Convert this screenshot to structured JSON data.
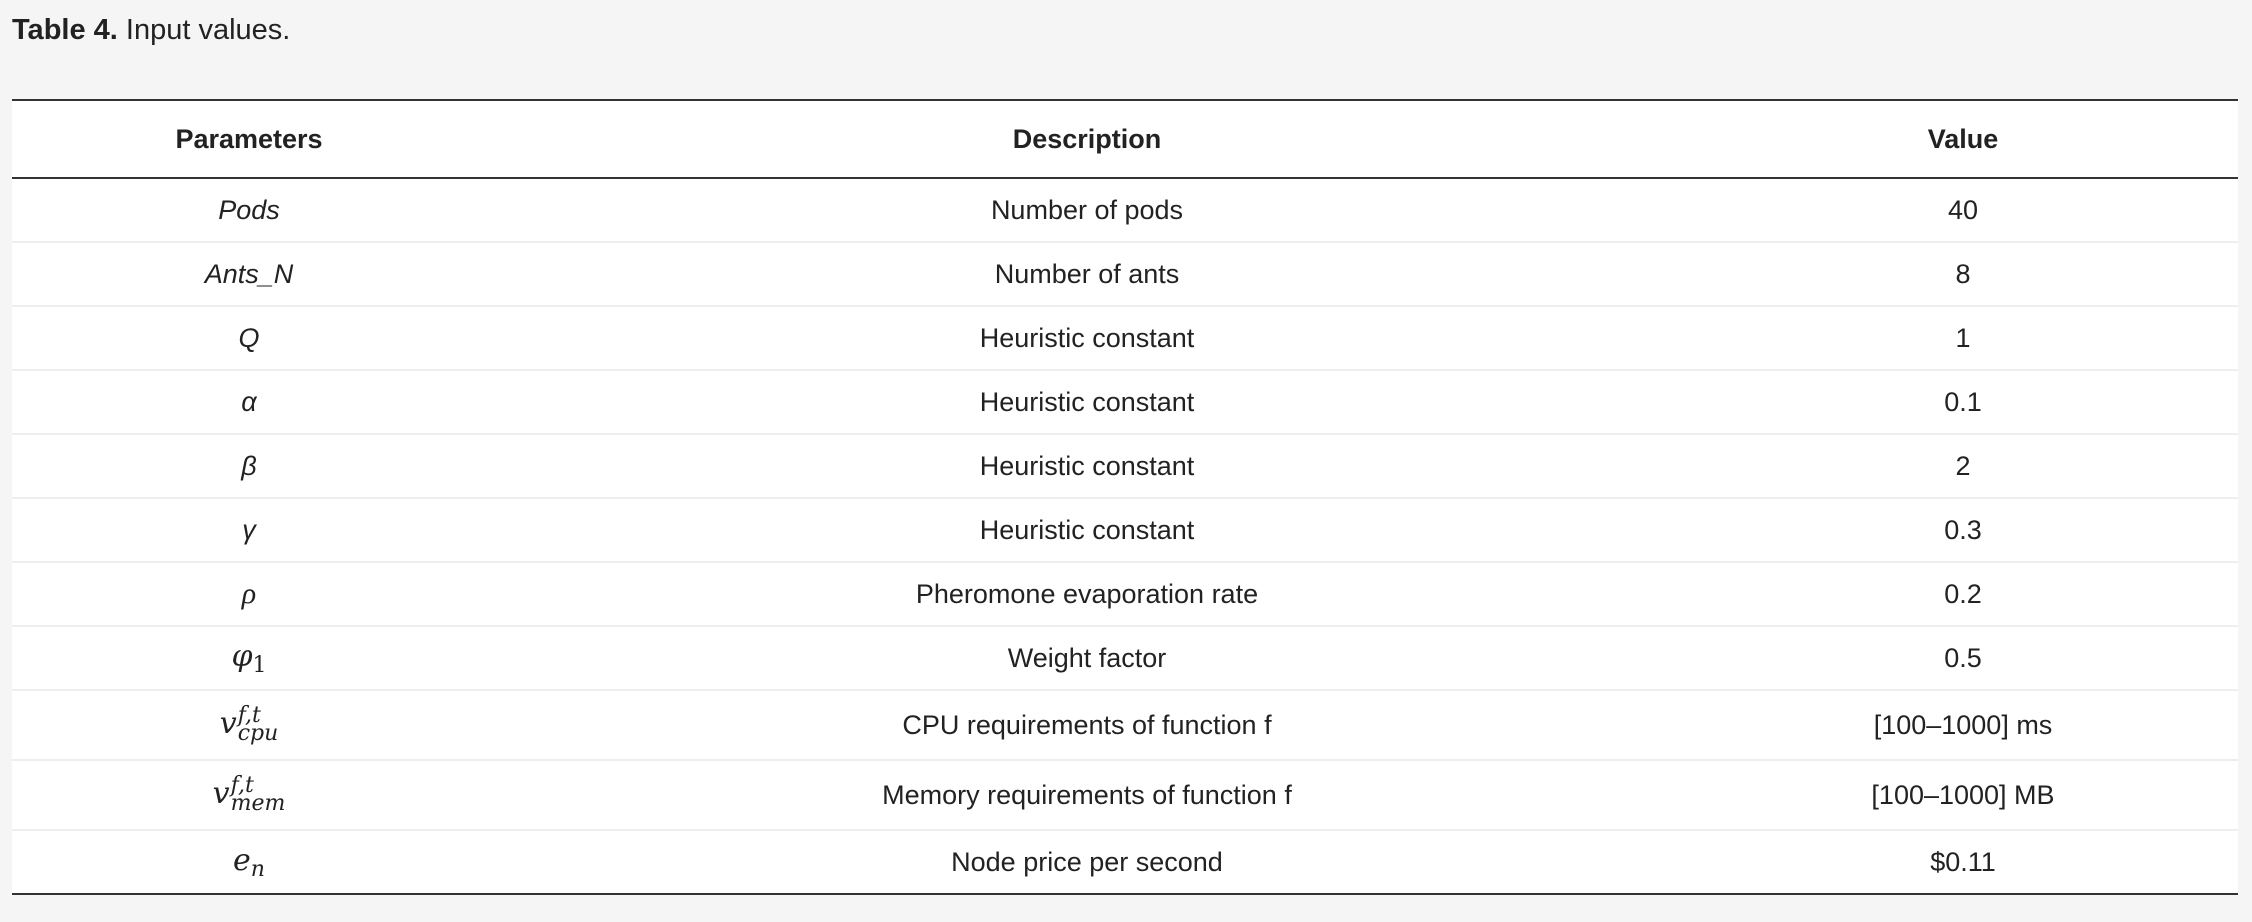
{
  "caption": {
    "label": "Table 4.",
    "text": " Input values."
  },
  "table": {
    "headers": [
      "Parameters",
      "Description",
      "Value"
    ],
    "rows": [
      {
        "param": "Pods",
        "description": "Number of pods",
        "value": "40"
      },
      {
        "param": "Ants_N",
        "description": "Number of ants",
        "value": "8"
      },
      {
        "param": "Q",
        "description": "Heuristic constant",
        "value": "1"
      },
      {
        "param": "α",
        "description": "Heuristic constant",
        "value": "0.1"
      },
      {
        "param": "β",
        "description": "Heuristic constant",
        "value": "2"
      },
      {
        "param": "γ",
        "description": "Heuristic constant",
        "value": "0.3"
      },
      {
        "param": "ρ",
        "description": "Pheromone evaporation rate",
        "value": "0.2"
      },
      {
        "param": {
          "base": "φ",
          "sub": "1"
        },
        "description": "Weight factor",
        "value": "0.5"
      },
      {
        "param": {
          "base": "v",
          "sup": "f,t",
          "sub": "cpu"
        },
        "description": "CPU requirements of function f",
        "value": "[100–1000] ms"
      },
      {
        "param": {
          "base": "v",
          "sup": "f,t",
          "sub": "mem"
        },
        "description": "Memory requirements of function f",
        "value": "[100–1000] MB"
      },
      {
        "param": {
          "base": "e",
          "sub": "n"
        },
        "description": "Node price per second",
        "value": "$0.11"
      }
    ]
  }
}
